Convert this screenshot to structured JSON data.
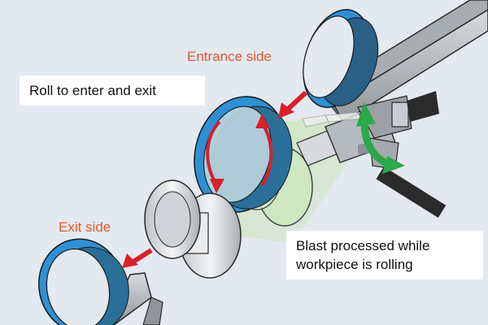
{
  "labels": {
    "entrance": "Entrance side",
    "exit": "Exit side",
    "roll_callout": "Roll to enter and exit",
    "blast_line1": "Blast processed while",
    "blast_line2": "workpiece is rolling"
  },
  "colors": {
    "background": "#e3e9ee",
    "ring_blue": "#2f90d4",
    "label_orange": "#e4572e",
    "arrow_red": "#d8202b",
    "arrow_green": "#2aa84a",
    "blast_green": "#9ad27d"
  }
}
